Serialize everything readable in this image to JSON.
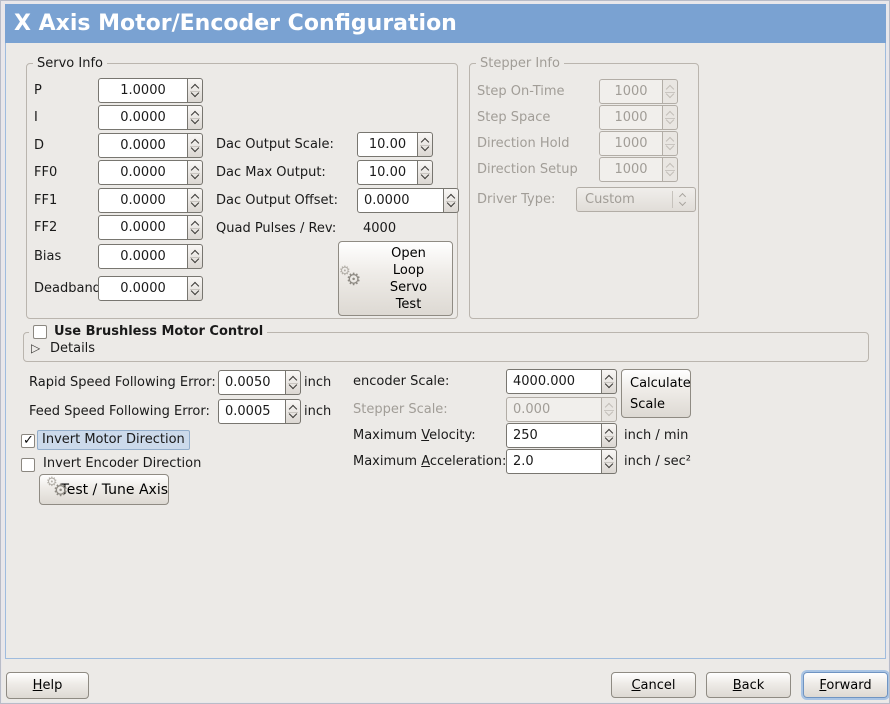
{
  "colors": {
    "titlebar": "#7aa2d2",
    "window_border": "#9fbcde",
    "focus_highlight": "#ccdaeb"
  },
  "window": {
    "title": "X Axis Motor/Encoder Configuration"
  },
  "servo_info": {
    "legend": "Servo Info",
    "fields": [
      {
        "label": "P",
        "value": "1.0000"
      },
      {
        "label": "I",
        "value": "0.0000"
      },
      {
        "label": "D",
        "value": "0.0000"
      },
      {
        "label": "FF0",
        "value": "0.0000"
      },
      {
        "label": "FF1",
        "value": "0.0000"
      },
      {
        "label": "FF2",
        "value": "0.0000"
      },
      {
        "label": "Bias",
        "value": "0.0000"
      },
      {
        "label": "Deadband",
        "value": "0.0000"
      }
    ],
    "dac_fields": [
      {
        "label": "Dac Output Scale:",
        "value": "10.00"
      },
      {
        "label": "Dac Max Output:",
        "value": "10.00"
      },
      {
        "label": "Dac Output Offset:",
        "value": "0.0000"
      }
    ],
    "quad_label": "Quad Pulses / Rev:",
    "quad_value": "4000",
    "open_loop_button": "Open\nLoop\nServo\nTest"
  },
  "stepper_info": {
    "legend": "Stepper Info",
    "fields": [
      {
        "label": "Step On-Time",
        "value": "1000"
      },
      {
        "label": "Step Space",
        "value": "1000"
      },
      {
        "label": "Direction Hold",
        "value": "1000"
      },
      {
        "label": "Direction Setup",
        "value": "1000"
      }
    ],
    "driver_type_label": "Driver Type:",
    "driver_type_value": "Custom"
  },
  "brushless": {
    "label": "Use Brushless Motor Control",
    "details": "Details"
  },
  "following_error": {
    "rapid": {
      "label": "Rapid Speed Following Error:",
      "value": "0.0050",
      "unit": "inch"
    },
    "feed": {
      "label": "Feed Speed Following Error:",
      "value": "0.0005",
      "unit": "inch"
    }
  },
  "scaling": {
    "encoder_label": "encoder Scale:",
    "encoder_value": "4000.000",
    "calculate_button": "Calculate\nScale",
    "stepper_label": "Stepper Scale:",
    "stepper_value": "0.000",
    "velocity_pre": "Maximum ",
    "velocity_mn": "V",
    "velocity_post": "elocity:",
    "velocity_value": "250",
    "velocity_unit": "inch / min",
    "accel_pre": "Maximum ",
    "accel_mn": "A",
    "accel_post": "cceleration:",
    "accel_value": "2.0",
    "accel_unit": "inch / sec²"
  },
  "direction": {
    "invert_motor": "Invert Motor Direction",
    "invert_encoder": "Invert Encoder Direction"
  },
  "test_tune_button": "Test / Tune Axis",
  "actions": {
    "help_mn": "H",
    "help_post": "elp",
    "cancel_mn": "C",
    "cancel_post": "ancel",
    "back_mn": "B",
    "back_post": "ack",
    "forward_mn": "F",
    "forward_post": "orward"
  }
}
